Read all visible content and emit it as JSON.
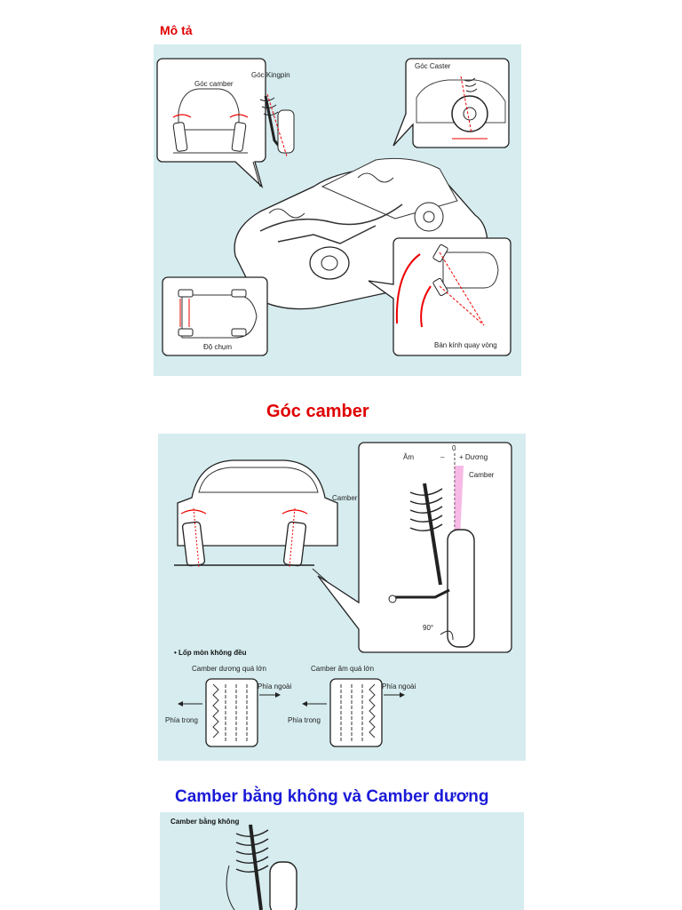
{
  "section1": {
    "heading": "Mô tả",
    "labels": {
      "camber_angle": "Góc camber",
      "kingpin_angle": "Góc Kingpin",
      "caster_angle": "Góc Caster",
      "toe": "Độ chụm",
      "turning_radius": "Bán kính quay vòng"
    }
  },
  "section2": {
    "heading": "Góc camber",
    "labels": {
      "camber": "Camber",
      "negative": "Âm",
      "zero": "0",
      "minus": "–",
      "plus_positive": "+ Dương",
      "camber_line": "Camber",
      "ninety": "90°",
      "uneven_wear": "• Lốp mòn không đều",
      "pos_too_big": "Camber dương quá lớn",
      "neg_too_big": "Camber âm quá lớn",
      "outside_1": "Phía ngoài",
      "inside_1": "Phía trong",
      "outside_2": "Phía ngoài",
      "inside_2": "Phía trong"
    }
  },
  "section3": {
    "heading": "Camber bằng không và Camber dương",
    "labels": {
      "zero_camber": "Camber bằng không"
    }
  },
  "colors": {
    "red": "#e00000",
    "blue": "#1a1ad8",
    "panel": "#d6ecef",
    "pink": "#f080d0"
  }
}
